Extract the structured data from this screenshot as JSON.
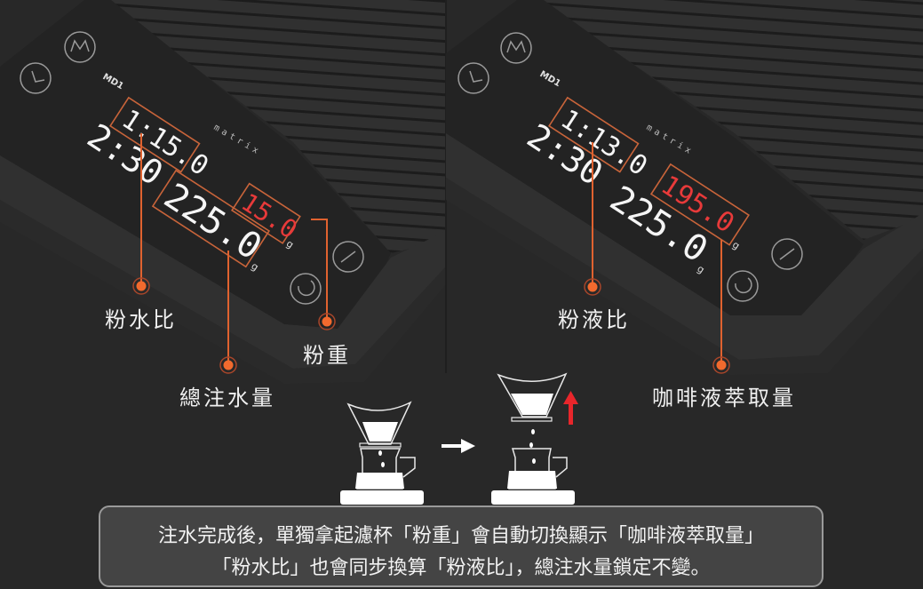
{
  "panels": [
    {
      "id": "before",
      "scale": {
        "brand": "matrix",
        "model": "MD1",
        "buttons": [
          "clock",
          "M",
          "U/F",
          "power"
        ],
        "timer_display": "2:30",
        "ratio_display": "1:15.0",
        "total_water_display": "225.0",
        "total_water_unit": "g",
        "secondary_display": "15.0",
        "secondary_unit": "g",
        "secondary_color": "#e83a3a"
      },
      "callouts": [
        {
          "label": "粉水比",
          "target": "ratio_display"
        },
        {
          "label": "總注水量",
          "target": "total_water_display"
        },
        {
          "label": "粉重",
          "target": "secondary_display"
        }
      ]
    },
    {
      "id": "after",
      "scale": {
        "brand": "matrix",
        "model": "MD1",
        "buttons": [
          "clock",
          "M",
          "U/F",
          "power"
        ],
        "timer_display": "2:30",
        "ratio_display": "1:13.0",
        "total_water_display": "225.0",
        "total_water_unit": "g",
        "secondary_display": "195.0",
        "secondary_unit": "g",
        "secondary_color": "#e83a3a"
      },
      "callouts": [
        {
          "label": "粉液比",
          "target": "ratio_display"
        },
        {
          "label": "咖啡液萃取量",
          "target": "secondary_display"
        }
      ]
    }
  ],
  "illustration": {
    "step1": "dripper-on-server",
    "arrow": "right-arrow",
    "step2": "dripper-lifted",
    "lift_arrow_color": "#e8262b"
  },
  "caption": {
    "line1": "注水完成後，單獨拿起濾杯「粉重」會自動切換顯示「咖啡液萃取量」",
    "line2": "「粉水比」也會同步換算「粉液比」，總注水量鎖定不變。"
  },
  "colors": {
    "background": "#282828",
    "callout_line": "#e0622f",
    "callout_dot": "#f26a2e",
    "display_white": "#f5f5f5",
    "display_red": "#e83a3a",
    "box_outline": "#c8643a"
  }
}
